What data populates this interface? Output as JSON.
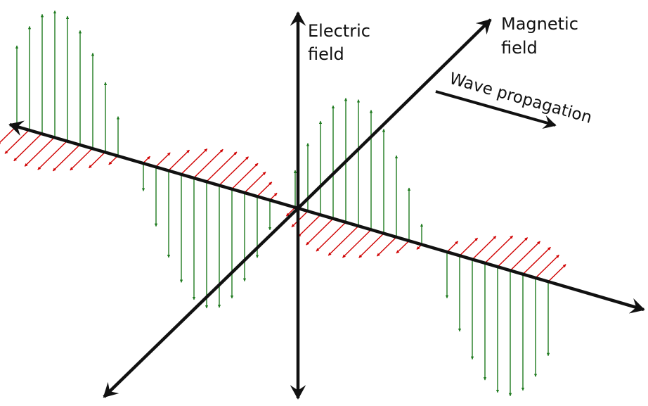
{
  "labels": {
    "electric_line1": "Electric",
    "electric_line2": "field",
    "magnetic_line1": "Magnetic",
    "magnetic_line2": "field",
    "propagation": "Wave propagation"
  },
  "colors": {
    "axis": "#111111",
    "electric_vectors": "#1e7a1e",
    "magnetic_vectors": "#d00000",
    "background": "#ffffff"
  }
}
